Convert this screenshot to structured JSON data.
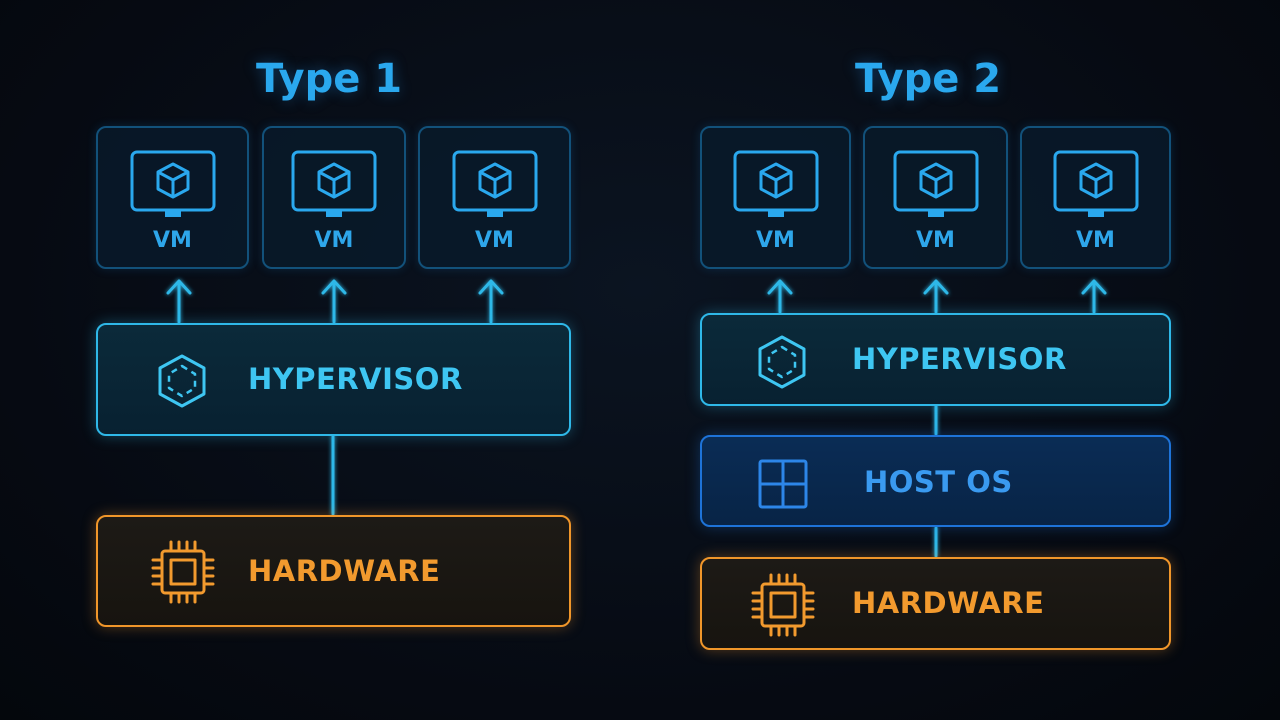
{
  "colors": {
    "title": "#2aa8ee",
    "vm_border": "#12517a",
    "hypervisor": "#2fb8e8",
    "host_os": "#1e73d8",
    "hardware": "#f0962a",
    "connector": "#2fb8e8"
  },
  "type1": {
    "title": "Type 1",
    "vms": [
      {
        "label": "VM",
        "icon": "monitor-cube-icon"
      },
      {
        "label": "VM",
        "icon": "monitor-cube-icon"
      },
      {
        "label": "VM",
        "icon": "monitor-cube-icon"
      }
    ],
    "hypervisor": {
      "label": "HYPERVISOR",
      "icon": "hexagon-icon"
    },
    "hardware": {
      "label": "HARDWARE",
      "icon": "cpu-chip-icon"
    }
  },
  "type2": {
    "title": "Type 2",
    "vms": [
      {
        "label": "VM",
        "icon": "monitor-cube-icon"
      },
      {
        "label": "VM",
        "icon": "monitor-cube-icon"
      },
      {
        "label": "VM",
        "icon": "monitor-cube-icon"
      }
    ],
    "hypervisor": {
      "label": "HYPERVISOR",
      "icon": "hexagon-icon"
    },
    "host_os": {
      "label": "HOST OS",
      "icon": "windows-grid-icon"
    },
    "hardware": {
      "label": "HARDWARE",
      "icon": "cpu-chip-icon"
    }
  }
}
